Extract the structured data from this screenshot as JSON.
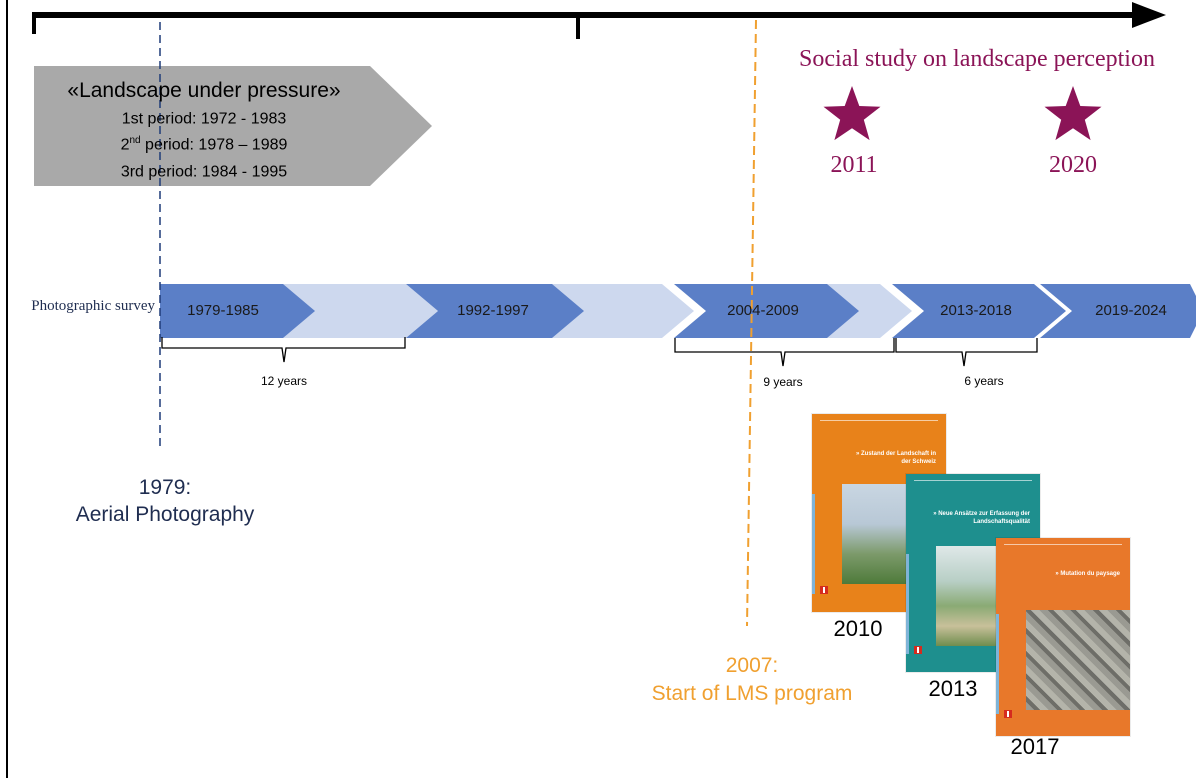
{
  "pressure": {
    "title": "«Landscape under pressure»",
    "periods": [
      {
        "prefix": "1st",
        "sup": "",
        "rest": " period: 1972 - 1983"
      },
      {
        "prefix": "2",
        "sup": "nd",
        "rest": " period: 1978 – 1989"
      },
      {
        "prefix": "3rd",
        "sup": "",
        "rest": " period: 1984 - 1995"
      }
    ]
  },
  "social_study": {
    "title": "Social study on landscape perception",
    "years": [
      "2011",
      "2020"
    ]
  },
  "survey": {
    "label": "Photographic survey",
    "periods": [
      "1979-1985",
      "1992-1997",
      "2004-2009",
      "2013-2018",
      "2019-2024"
    ],
    "intervals": [
      "12 years",
      "9 years",
      "6 years"
    ]
  },
  "milestones": {
    "aerial": {
      "year": "1979:",
      "text": "Aerial Photography"
    },
    "lms": {
      "year": "2007:",
      "text": "Start of LMS program"
    }
  },
  "reports": [
    {
      "year": "2010",
      "title": "» Zustand der Landschaft in der Schweiz",
      "color": "#e8821a"
    },
    {
      "year": "2013",
      "title": "» Neue Ansätze zur Erfassung der Landschaftsqualität",
      "color": "#1e8f8e"
    },
    {
      "year": "2017",
      "title": "» Mutation du paysage",
      "color": "#e8782a"
    }
  ],
  "colors": {
    "chevron_dark": "#5b7fc7",
    "chevron_light": "#cdd8ee",
    "pressure_gray": "#a9a9a9",
    "accent_magenta": "#8b1457",
    "lms_orange": "#f0a030",
    "aerial_blue": "#1f2d50"
  }
}
